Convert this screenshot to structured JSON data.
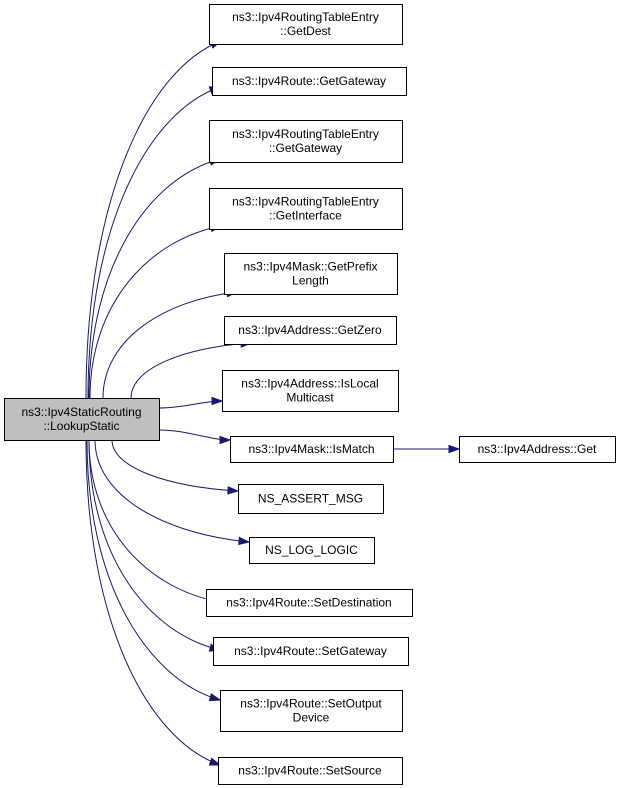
{
  "graph": {
    "root": {
      "lines": [
        "ns3::Ipv4StaticRouting",
        "::LookupStatic"
      ]
    },
    "callees": [
      {
        "lines": [
          "ns3::Ipv4RoutingTableEntry",
          "::GetDest"
        ]
      },
      {
        "lines": [
          "ns3::Ipv4Route::GetGateway"
        ]
      },
      {
        "lines": [
          "ns3::Ipv4RoutingTableEntry",
          "::GetGateway"
        ]
      },
      {
        "lines": [
          "ns3::Ipv4RoutingTableEntry",
          "::GetInterface"
        ]
      },
      {
        "lines": [
          "ns3::Ipv4Mask::GetPrefix",
          "Length"
        ]
      },
      {
        "lines": [
          "ns3::Ipv4Address::GetZero"
        ]
      },
      {
        "lines": [
          "ns3::Ipv4Address::IsLocal",
          "Multicast"
        ]
      },
      {
        "lines": [
          "ns3::Ipv4Mask::IsMatch"
        ]
      },
      {
        "lines": [
          "NS_ASSERT_MSG"
        ]
      },
      {
        "lines": [
          "NS_LOG_LOGIC"
        ]
      },
      {
        "lines": [
          "ns3::Ipv4Route::SetDestination"
        ]
      },
      {
        "lines": [
          "ns3::Ipv4Route::SetGateway"
        ]
      },
      {
        "lines": [
          "ns3::Ipv4Route::SetOutput",
          "Device"
        ]
      },
      {
        "lines": [
          "ns3::Ipv4Route::SetSource"
        ]
      }
    ],
    "second_level": [
      {
        "parent": 7,
        "lines": [
          "ns3::Ipv4Address::Get"
        ]
      }
    ],
    "colors": {
      "edge": "#191970",
      "root_fill": "#bfbfbf",
      "node_fill": "#ffffff",
      "node_border": "#000000"
    }
  }
}
